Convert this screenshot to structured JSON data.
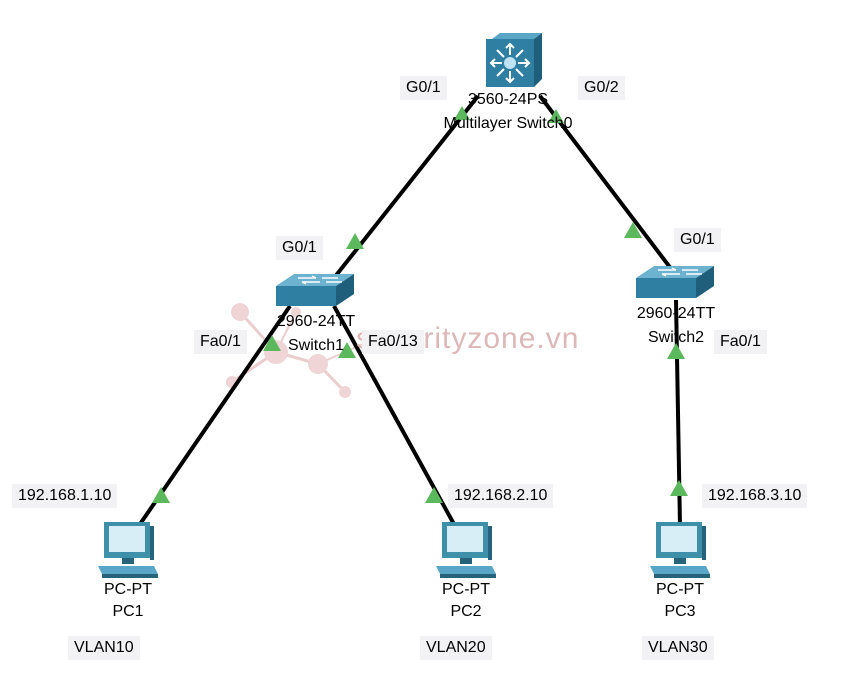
{
  "devices": {
    "ml_switch": {
      "model": "3560-24PS",
      "name": "Multilayer Switch0"
    },
    "switch1": {
      "model": "2960-24TT",
      "name": "Switch1"
    },
    "switch2": {
      "model": "2960-24TT",
      "name": "Switch2"
    },
    "pc1": {
      "model": "PC-PT",
      "name": "PC1",
      "ip": "192.168.1.10",
      "vlan": "VLAN10"
    },
    "pc2": {
      "model": "PC-PT",
      "name": "PC2",
      "ip": "192.168.2.10",
      "vlan": "VLAN20"
    },
    "pc3": {
      "model": "PC-PT",
      "name": "PC3",
      "ip": "192.168.3.10",
      "vlan": "VLAN30"
    }
  },
  "ports": {
    "ml_g01": "G0/1",
    "ml_g02": "G0/2",
    "sw1_g01": "G0/1",
    "sw2_g01": "G0/1",
    "sw1_fa01": "Fa0/1",
    "sw1_fa013": "Fa0/13",
    "sw2_fa01": "Fa0/1"
  },
  "colors": {
    "link": "#000000",
    "link_status": "#5cb85c",
    "label_box": "#f2f2f5",
    "switch": "#2f7fa3",
    "pc": "#3e8fa8",
    "watermark": "#dcb8b8"
  },
  "watermark": {
    "text": "securityzone.vn"
  }
}
